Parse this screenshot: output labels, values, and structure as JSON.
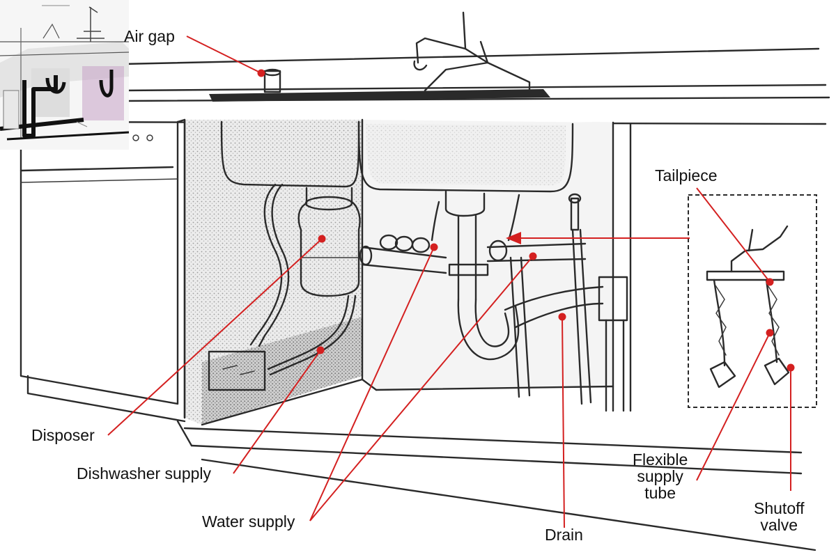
{
  "colors": {
    "leader": "#d42020",
    "ink": "#2a2a2a",
    "inset_accent": "#c7a2c7"
  },
  "labels": {
    "air_gap": "Air gap",
    "tailpiece": "Tailpiece",
    "disposer": "Disposer",
    "dishwasher_supply": "Dishwasher supply",
    "water_supply": "Water supply",
    "drain": "Drain",
    "flexible_supply_tube": "Flexible\nsupply\ntube",
    "shutoff_valve": "Shutoff\nvalve"
  },
  "icons": {
    "inset": "plumbing-overview-thumbnail"
  }
}
